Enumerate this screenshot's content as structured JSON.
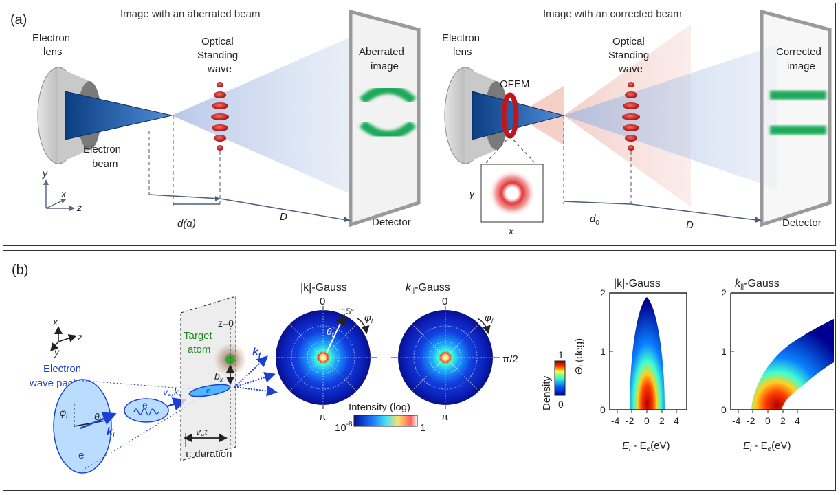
{
  "panel_a": {
    "label": "(a)",
    "left_title": "Image with an aberrated beam",
    "right_title": "Image with an corrected beam",
    "left": {
      "lens_label_1": "Electron",
      "lens_label_2": "lens",
      "wave_label_1": "Optical",
      "wave_label_2": "Standing",
      "wave_label_3": "wave",
      "image_label_1": "Aberrated",
      "image_label_2": "image",
      "beam_label_1": "Electron",
      "beam_label_2": "beam",
      "distance_1": "d(α)",
      "distance_2": "D",
      "detector": "Detector"
    },
    "axes": {
      "y": "y",
      "x": "x",
      "z": "z"
    },
    "right": {
      "lens_label_1": "Electron",
      "lens_label_2": "lens",
      "ofem": "OFEM",
      "wave_label_1": "Optical",
      "wave_label_2": "Standing",
      "wave_label_3": "wave",
      "image_label_1": "Corrected",
      "image_label_2": "image",
      "inset_y": "y",
      "inset_x": "x",
      "distance_1_base": "d",
      "distance_1_sub": "0",
      "distance_2": "D",
      "detector": "Detector"
    }
  },
  "panel_b": {
    "label": "(b)",
    "axes": {
      "x": "x",
      "z": "z",
      "y": "y"
    },
    "packet_label_1": "Electron",
    "packet_label_2": "wave packet",
    "e_symbol": "e",
    "phi_i": "φ",
    "phi_i_sub": "i",
    "theta_i": "θ",
    "theta_i_sub": "i",
    "k_i": "k",
    "k_i_sub": "i",
    "ve_ke": "v",
    "ve_sub": "e",
    "ke_comma": ",k",
    "ke_sub": "e",
    "z0": "z=0",
    "target_1": "Target",
    "target_2": "atom",
    "b_x": "b",
    "b_x_sub": "x",
    "k_f": "k",
    "k_f_sub": "f",
    "vetau": "v",
    "vetau_sub": "e",
    "vetau_tau": "τ",
    "duration": "τ: duration",
    "polar1_title": "|k|-Gauss",
    "polar2_title_k": "k",
    "polar2_title_sub": "||",
    "polar2_title_rest": "-Gauss",
    "polar_top": "0",
    "polar_bottom": "π",
    "polar_right": "π/2",
    "theta_f": "θ",
    "theta_f_sub": "f",
    "angle_15": "15°",
    "phi_f": "φ",
    "phi_f_sub": "f",
    "intensity_title": "Intensity (log)",
    "intensity_min_base": "10",
    "intensity_min_exp": "-8",
    "intensity_max": "1",
    "density_title": "Density",
    "density_max": "1",
    "density_min": "0",
    "plot1_title": "|k|-Gauss",
    "plot2_title_k": "k",
    "plot2_title_sub": "||",
    "plot2_title_rest": "-Gauss",
    "ylabel": "Θ",
    "ylabel_sub": "i",
    "ylabel_rest": " (deg)",
    "yticks": [
      "0",
      "1",
      "2"
    ],
    "xticks": [
      "-4",
      "-2",
      "0",
      "2",
      "4"
    ],
    "xlabel_E": "E",
    "xlabel_sub_i": "i",
    "xlabel_mid": " - E",
    "xlabel_sub_e": "e",
    "xlabel_unit": "(eV)"
  },
  "colors": {
    "beam_blue": "#2a6db5",
    "standing_wave_red": "#c0161c",
    "image_green": "#1faa5a",
    "annotation_blue": "#1b3fd6",
    "target_green": "#1a8a1a"
  }
}
